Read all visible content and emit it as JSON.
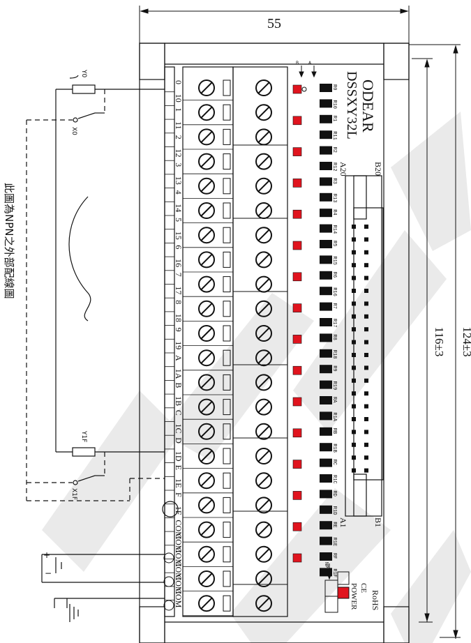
{
  "dimensions": {
    "width_label": "55",
    "height_inner_label": "116±3",
    "height_outer_label": "124±3"
  },
  "product": {
    "brand": "ODEAR",
    "model": "DSSXY32L",
    "rohs": "RoHS",
    "ce": "CE",
    "power_label": "POWER",
    "npn_label": "NPN",
    "connector_labels": [
      "A20",
      "B20",
      "A1",
      "B1"
    ]
  },
  "note": "此圖為NPN之外部配線圖",
  "wiring": {
    "input_top_label": "Y0",
    "switch_top_label": "X0",
    "input_bottom_label": "Y1F",
    "switch_bottom_label": "X1F",
    "plus": "+",
    "minus": "−",
    "led_a_label": "A",
    "led_b_label": "B"
  },
  "terminal_left_labels": [
    "0",
    "10",
    "1",
    "11",
    "2",
    "12",
    "3",
    "13",
    "4",
    "14",
    "5",
    "15",
    "6",
    "16",
    "7",
    "17",
    "8",
    "18",
    "9",
    "19",
    "A",
    "1A",
    "B",
    "1B",
    "C",
    "1C",
    "D",
    "1D",
    "E",
    "1E",
    "F",
    "1F",
    "COM",
    "COM",
    "COM",
    "COM",
    "COM",
    "COM"
  ],
  "led_labels": [
    "R0",
    "R10",
    "R1",
    "R11",
    "R2",
    "R12",
    "R3",
    "R13",
    "R4",
    "R14",
    "R5",
    "R15",
    "R6",
    "R16",
    "R7",
    "R17",
    "R8",
    "R18",
    "R9",
    "R19",
    "RA",
    "R1A",
    "RB",
    "R1B",
    "RC",
    "R1C",
    "RD",
    "R1D",
    "RE",
    "R1E",
    "RF",
    "R1F"
  ],
  "colors": {
    "line": "#111111",
    "led": "#e0141e",
    "watermark": "#dcdcdc"
  }
}
